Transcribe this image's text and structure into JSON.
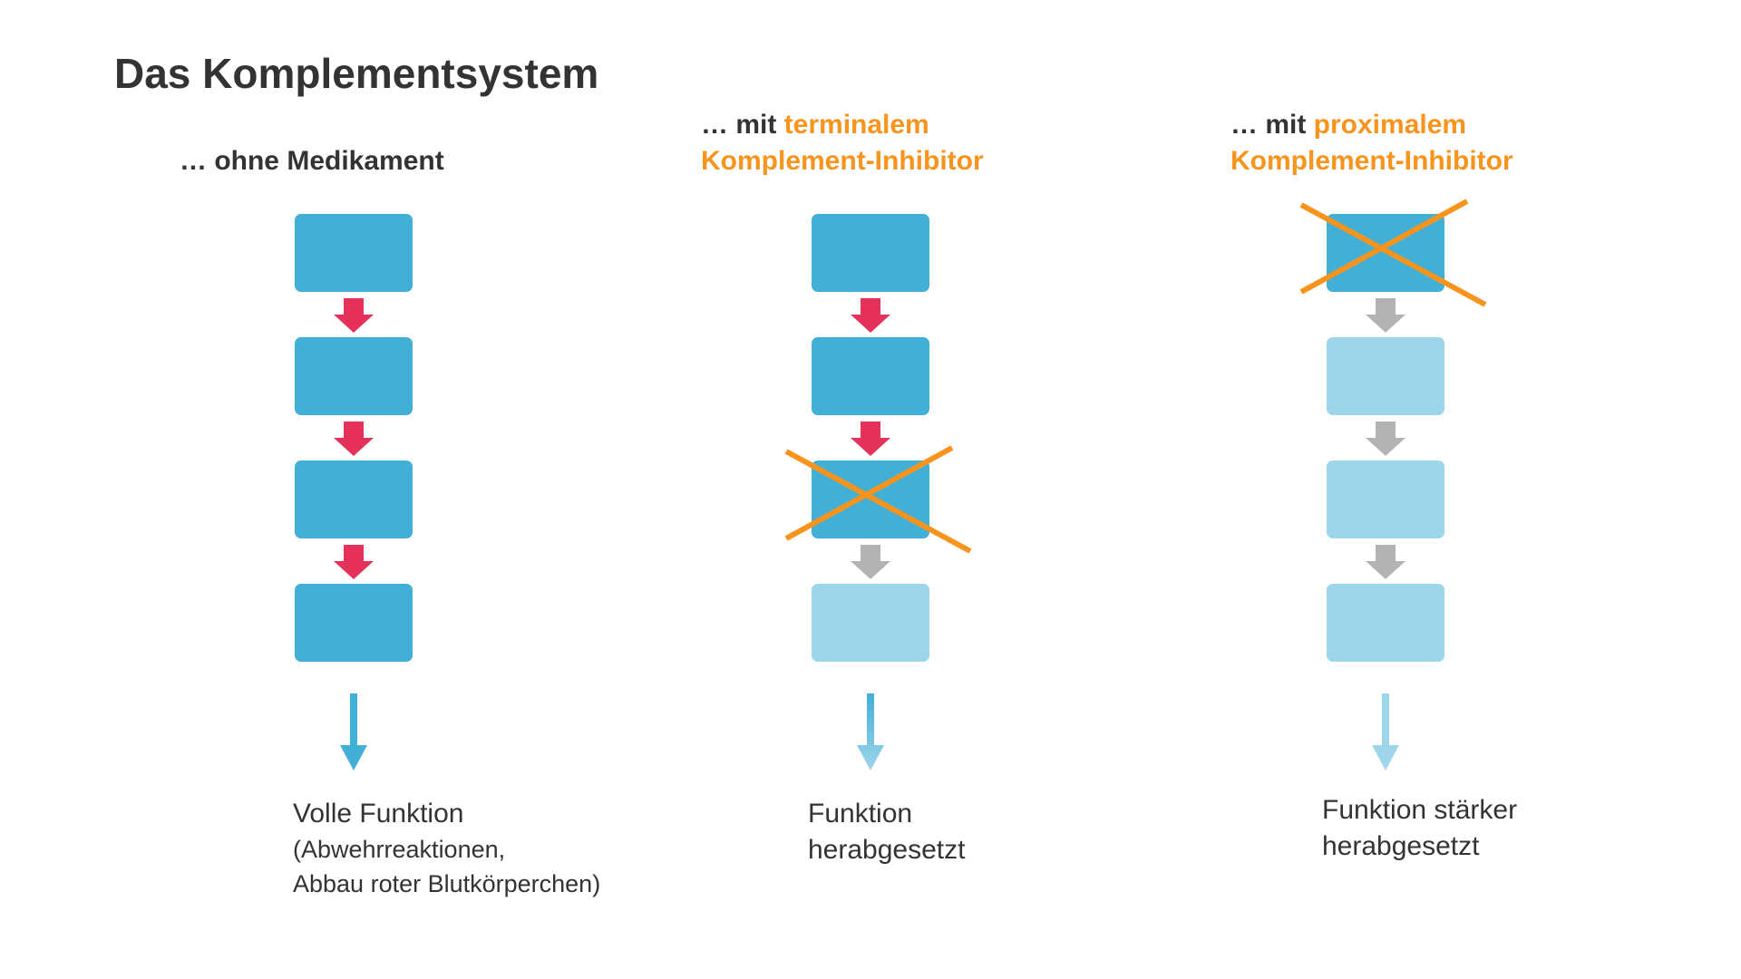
{
  "title": "Das Komplementsystem",
  "colors": {
    "box_active": "#42afd6",
    "box_inactive": "#9dd5ea",
    "arrow_active": "#e6315a",
    "arrow_inactive": "#b3b3b3",
    "cross": "#f7941d",
    "text": "#333333",
    "highlight": "#f7941d"
  },
  "columns": [
    {
      "heading": {
        "line1_prefix": "… ohne Medikament",
        "line1_highlight": "",
        "line2": ""
      },
      "boxes": [
        "active",
        "active",
        "active",
        "active"
      ],
      "arrows": [
        "active",
        "active",
        "active"
      ],
      "crossed_box": null,
      "output_arrow": "active",
      "result": {
        "main": "Volle Funktion",
        "sub1": "(Abwehrreaktionen,",
        "sub2": "Abbau roter Blutkörperchen)"
      }
    },
    {
      "heading": {
        "line1_prefix": "… mit ",
        "line1_highlight": "terminalem",
        "line2": "Komplement-Inhibitor"
      },
      "boxes": [
        "active",
        "active",
        "active",
        "inactive"
      ],
      "arrows": [
        "active",
        "active",
        "inactive"
      ],
      "crossed_box": 2,
      "output_arrow": "fading",
      "result": {
        "main1": "Funktion",
        "main2": "herabgesetzt"
      }
    },
    {
      "heading": {
        "line1_prefix": "… mit ",
        "line1_highlight": "proximalem",
        "line2": "Komplement-Inhibitor"
      },
      "boxes": [
        "active",
        "inactive",
        "inactive",
        "inactive"
      ],
      "arrows": [
        "inactive",
        "inactive",
        "inactive"
      ],
      "crossed_box": 0,
      "output_arrow": "inactive",
      "result": {
        "main1": "Funktion stärker",
        "main2": "herabgesetzt"
      }
    }
  ]
}
